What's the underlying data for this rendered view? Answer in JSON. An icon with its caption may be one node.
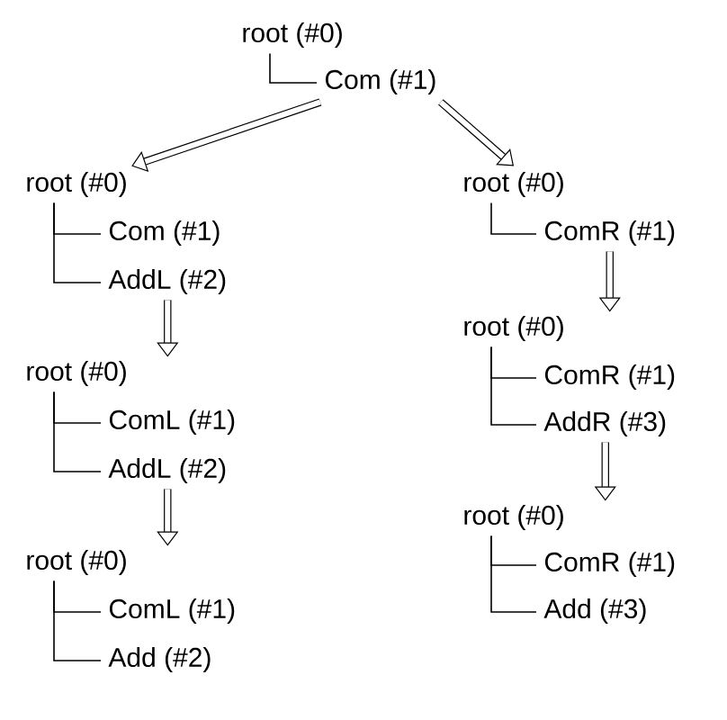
{
  "diagram": {
    "nodes": [
      {
        "text": [
          "root (#0)"
        ]
      },
      {
        "text": [
          "Com (#1)"
        ]
      },
      {
        "text": [
          "root (#0)"
        ]
      },
      {
        "text": [
          "Com (#1)"
        ]
      },
      {
        "text": [
          "AddL (#2)"
        ]
      },
      {
        "text": [
          "root (#0)"
        ]
      },
      {
        "text": [
          "ComL (#1)"
        ]
      },
      {
        "text": [
          "AddL (#2)"
        ]
      },
      {
        "text": [
          "root (#0)"
        ]
      },
      {
        "text": [
          "ComL (#1)"
        ]
      },
      {
        "text": [
          "Add (#2)"
        ]
      },
      {
        "text": [
          "root (#0)"
        ]
      },
      {
        "text": [
          "ComR (#1)"
        ]
      },
      {
        "text": [
          "root (#0)"
        ]
      },
      {
        "text": [
          "ComR (#1)"
        ]
      },
      {
        "text": [
          "AddR (#3)"
        ]
      },
      {
        "text": [
          "root (#0)"
        ]
      },
      {
        "text": [
          "ComR (#1)"
        ]
      },
      {
        "text": [
          "Add (#3)"
        ]
      }
    ],
    "edges": [
      {
        "from": 0,
        "to": 1,
        "arrow": "none"
      },
      {
        "from": 1,
        "to": 2,
        "arrow": "to",
        "style": "thick"
      },
      {
        "from": 1,
        "to": 11,
        "arrow": "to",
        "style": "thick"
      },
      {
        "from": 2,
        "to": 3,
        "arrow": "none"
      },
      {
        "from": 2,
        "to": 4,
        "arrow": "none"
      },
      {
        "from": 4,
        "to": 5,
        "arrow": "to",
        "style": "thick"
      },
      {
        "from": 5,
        "to": 6,
        "arrow": "none"
      },
      {
        "from": 5,
        "to": 7,
        "arrow": "none"
      },
      {
        "from": 7,
        "to": 8,
        "arrow": "to",
        "style": "thick"
      },
      {
        "from": 8,
        "to": 9,
        "arrow": "none"
      },
      {
        "from": 8,
        "to": 10,
        "arrow": "none"
      },
      {
        "from": 11,
        "to": 12,
        "arrow": "none"
      },
      {
        "from": 12,
        "to": 13,
        "arrow": "to",
        "style": "thick"
      },
      {
        "from": 13,
        "to": 14,
        "arrow": "none"
      },
      {
        "from": 13,
        "to": 15,
        "arrow": "none"
      },
      {
        "from": 15,
        "to": 16,
        "arrow": "to",
        "style": "thick"
      },
      {
        "from": 16,
        "to": 17,
        "arrow": "none"
      },
      {
        "from": 16,
        "to": 18,
        "arrow": "none"
      }
    ]
  }
}
